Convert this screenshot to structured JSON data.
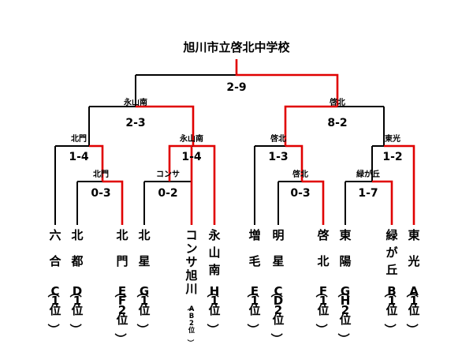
{
  "champion": "旭川市立啓北中学校",
  "final": {
    "score": "2-9",
    "winner_label": ""
  },
  "semifinals": [
    {
      "score": "2-3",
      "winner_label": "永山南"
    },
    {
      "score": "8-2",
      "winner_label": "啓北"
    }
  ],
  "quarterfinals": [
    {
      "score": "1-4",
      "winner_label": "北門"
    },
    {
      "score": "1-4",
      "winner_label": "永山南"
    },
    {
      "score": "1-3",
      "winner_label": "啓北"
    },
    {
      "score": "1-2",
      "winner_label": "東光"
    }
  ],
  "first_round": [
    {
      "score": "0-3",
      "winner_label": "北門"
    },
    {
      "score": "0-2",
      "winner_label": "コンサ"
    },
    {
      "score": "0-3",
      "winner_label": "啓北"
    },
    {
      "score": "1-7",
      "winner_label": "緑が丘"
    }
  ],
  "teams": [
    {
      "name": "六合",
      "seed": "C1位"
    },
    {
      "name": "北都",
      "seed": "D1位"
    },
    {
      "name": "北門",
      "seed": "EF2位"
    },
    {
      "name": "北星",
      "seed": "G1位"
    },
    {
      "name": "コンサ旭川",
      "seed": "AB2位"
    },
    {
      "name": "永山南",
      "seed": "H1位"
    },
    {
      "name": "増毛",
      "seed": "E1位"
    },
    {
      "name": "明星",
      "seed": "CD2位"
    },
    {
      "name": "啓北",
      "seed": "F1位"
    },
    {
      "name": "東陽",
      "seed": "GH2位"
    },
    {
      "name": "緑が丘",
      "seed": "B1位"
    },
    {
      "name": "東光",
      "seed": "A1位"
    }
  ],
  "colors": {
    "line": "#000000",
    "winner_path": "#e00000"
  }
}
